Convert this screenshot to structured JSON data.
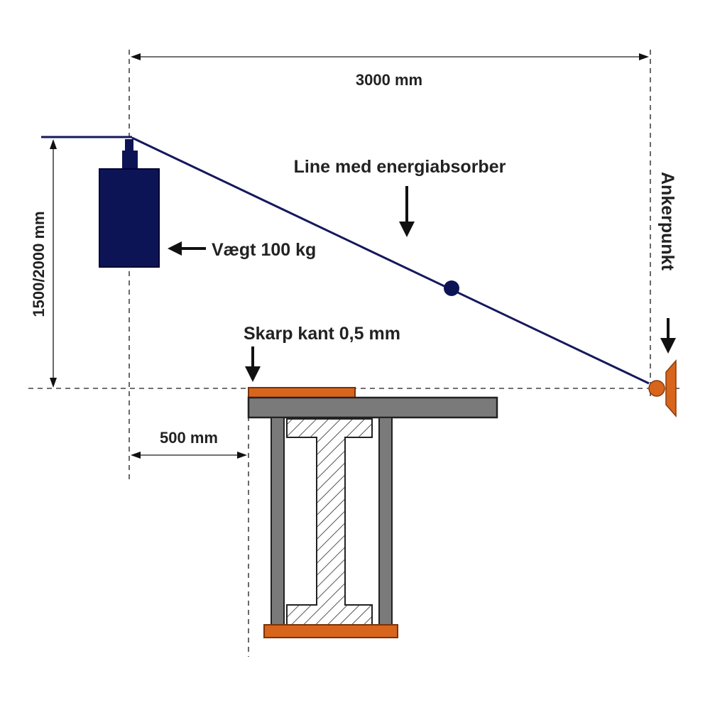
{
  "labels": {
    "span": "3000 mm",
    "line": "Line med energiabsorber",
    "height": "1500/2000 mm",
    "weight": "Vægt 100 kg",
    "edge": "Skarp kant 0,5 mm",
    "offset": "500 mm",
    "anchor": "Ankerpunkt"
  },
  "colors": {
    "line": "#15185c",
    "weight": "#0d1456",
    "edge_plate": "#d8651c",
    "steel": "#7a7a7a",
    "hatch": "#555555",
    "dim": "#444444",
    "anchor": "#d8651c"
  }
}
